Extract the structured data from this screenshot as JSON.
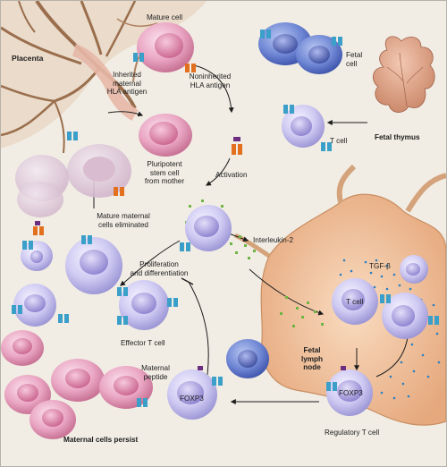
{
  "labels": {
    "placenta": "Placenta",
    "mature_cell": "Mature cell",
    "inherited_hla": "Inherited\nmaternal\nHLA antigen",
    "noninherited_hla": "Noninherited\nHLA antigen",
    "pluripotent": "Pluripotent\nstem cell\nfrom mother",
    "fetal_cell": "Fetal\ncell",
    "t_cell": "T cell",
    "fetal_thymus": "Fetal thymus",
    "activation": "Activation",
    "mature_eliminated": "Mature maternal\ncells eliminated",
    "interleukin": "Interleukin-2",
    "proliferation": "Proliferation\nand differentiation",
    "effector": "Effector T cell",
    "tgf_beta": "TGF-β",
    "lymph_t_cell": "T cell",
    "fetal_lymph_node": "Fetal\nlymph\nnode",
    "maternal_peptide": "Maternal\npeptide",
    "foxp3_left": "FOXP3",
    "foxp3_right": "FOXP3",
    "regulatory": "Regulatory T cell",
    "maternal_persist": "Maternal cells persist"
  },
  "colors": {
    "background": "#f1ede4",
    "placenta_tissue": "#b48a6a",
    "maternal_cell": "#e9a9c6",
    "t_cell": "#c7c3ee",
    "fetal_cell": "#6f86d1",
    "receptor": "#3a9fc9",
    "hla_orange": "#e2701f",
    "lymph_node": "#f2c9a3",
    "interleukin_dots": "#7bc24a"
  }
}
